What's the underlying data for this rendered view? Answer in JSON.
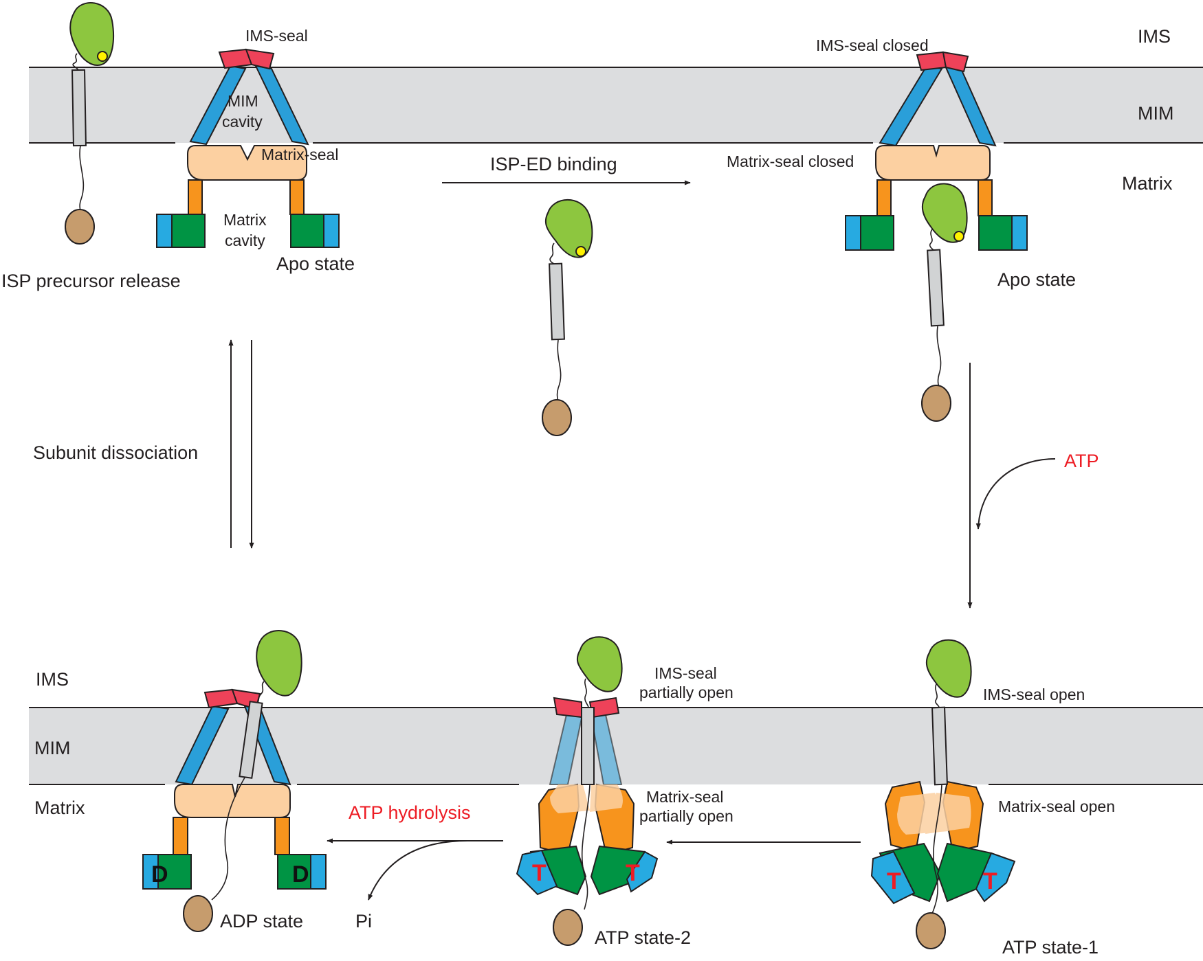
{
  "labels": {
    "ims_top": "IMS",
    "mim_top": "MIM",
    "matrix_top": "Matrix",
    "ims_bottom": "IMS",
    "mim_bottom": "MIM",
    "matrix_bottom": "Matrix",
    "ims_seal": "IMS-seal",
    "mim_cavity_1": "MIM",
    "mim_cavity_2": "cavity",
    "matrix_seal": "Matrix-seal",
    "matrix_cavity_1": "Matrix",
    "matrix_cavity_2": "cavity",
    "apo_state_left": "Apo state",
    "isp_precursor_release": "ISP precursor release",
    "isp_ed_binding": "ISP-ED binding",
    "ims_seal_closed": "IMS-seal closed",
    "matrix_seal_closed": "Matrix-seal closed",
    "apo_state_right": "Apo state",
    "subunit_dissociation": "Subunit dissociation",
    "atp": "ATP",
    "ims_seal_partially_open_1": "IMS-seal",
    "ims_seal_partially_open_2": "partially open",
    "matrix_seal_partially_open_1": "Matrix-seal",
    "matrix_seal_partially_open_2": "partially open",
    "ims_seal_open": "IMS-seal open",
    "matrix_seal_open": "Matrix-seal open",
    "atp_hydrolysis": "ATP hydrolysis",
    "pi": "Pi",
    "adp_state": "ADP state",
    "atp_state_2": "ATP state-2",
    "atp_state_1": "ATP state-1",
    "nucleotide_t": "T",
    "nucleotide_d": "D"
  },
  "colors": {
    "membrane": "#dcdddf",
    "ims_seal": "#ee4259",
    "tm_helix": "#2a9fd9",
    "matrix_seal": "#fcd0a1",
    "linker": "#f7941d",
    "nbd_green": "#009444",
    "nbd_blue": "#27aae1",
    "isp_head": "#8dc63f",
    "isp_tail": "#c69c6d",
    "isp_tm": "#d1d3d4",
    "cofactor": "#fff200",
    "red_text": "#ed1c24"
  }
}
